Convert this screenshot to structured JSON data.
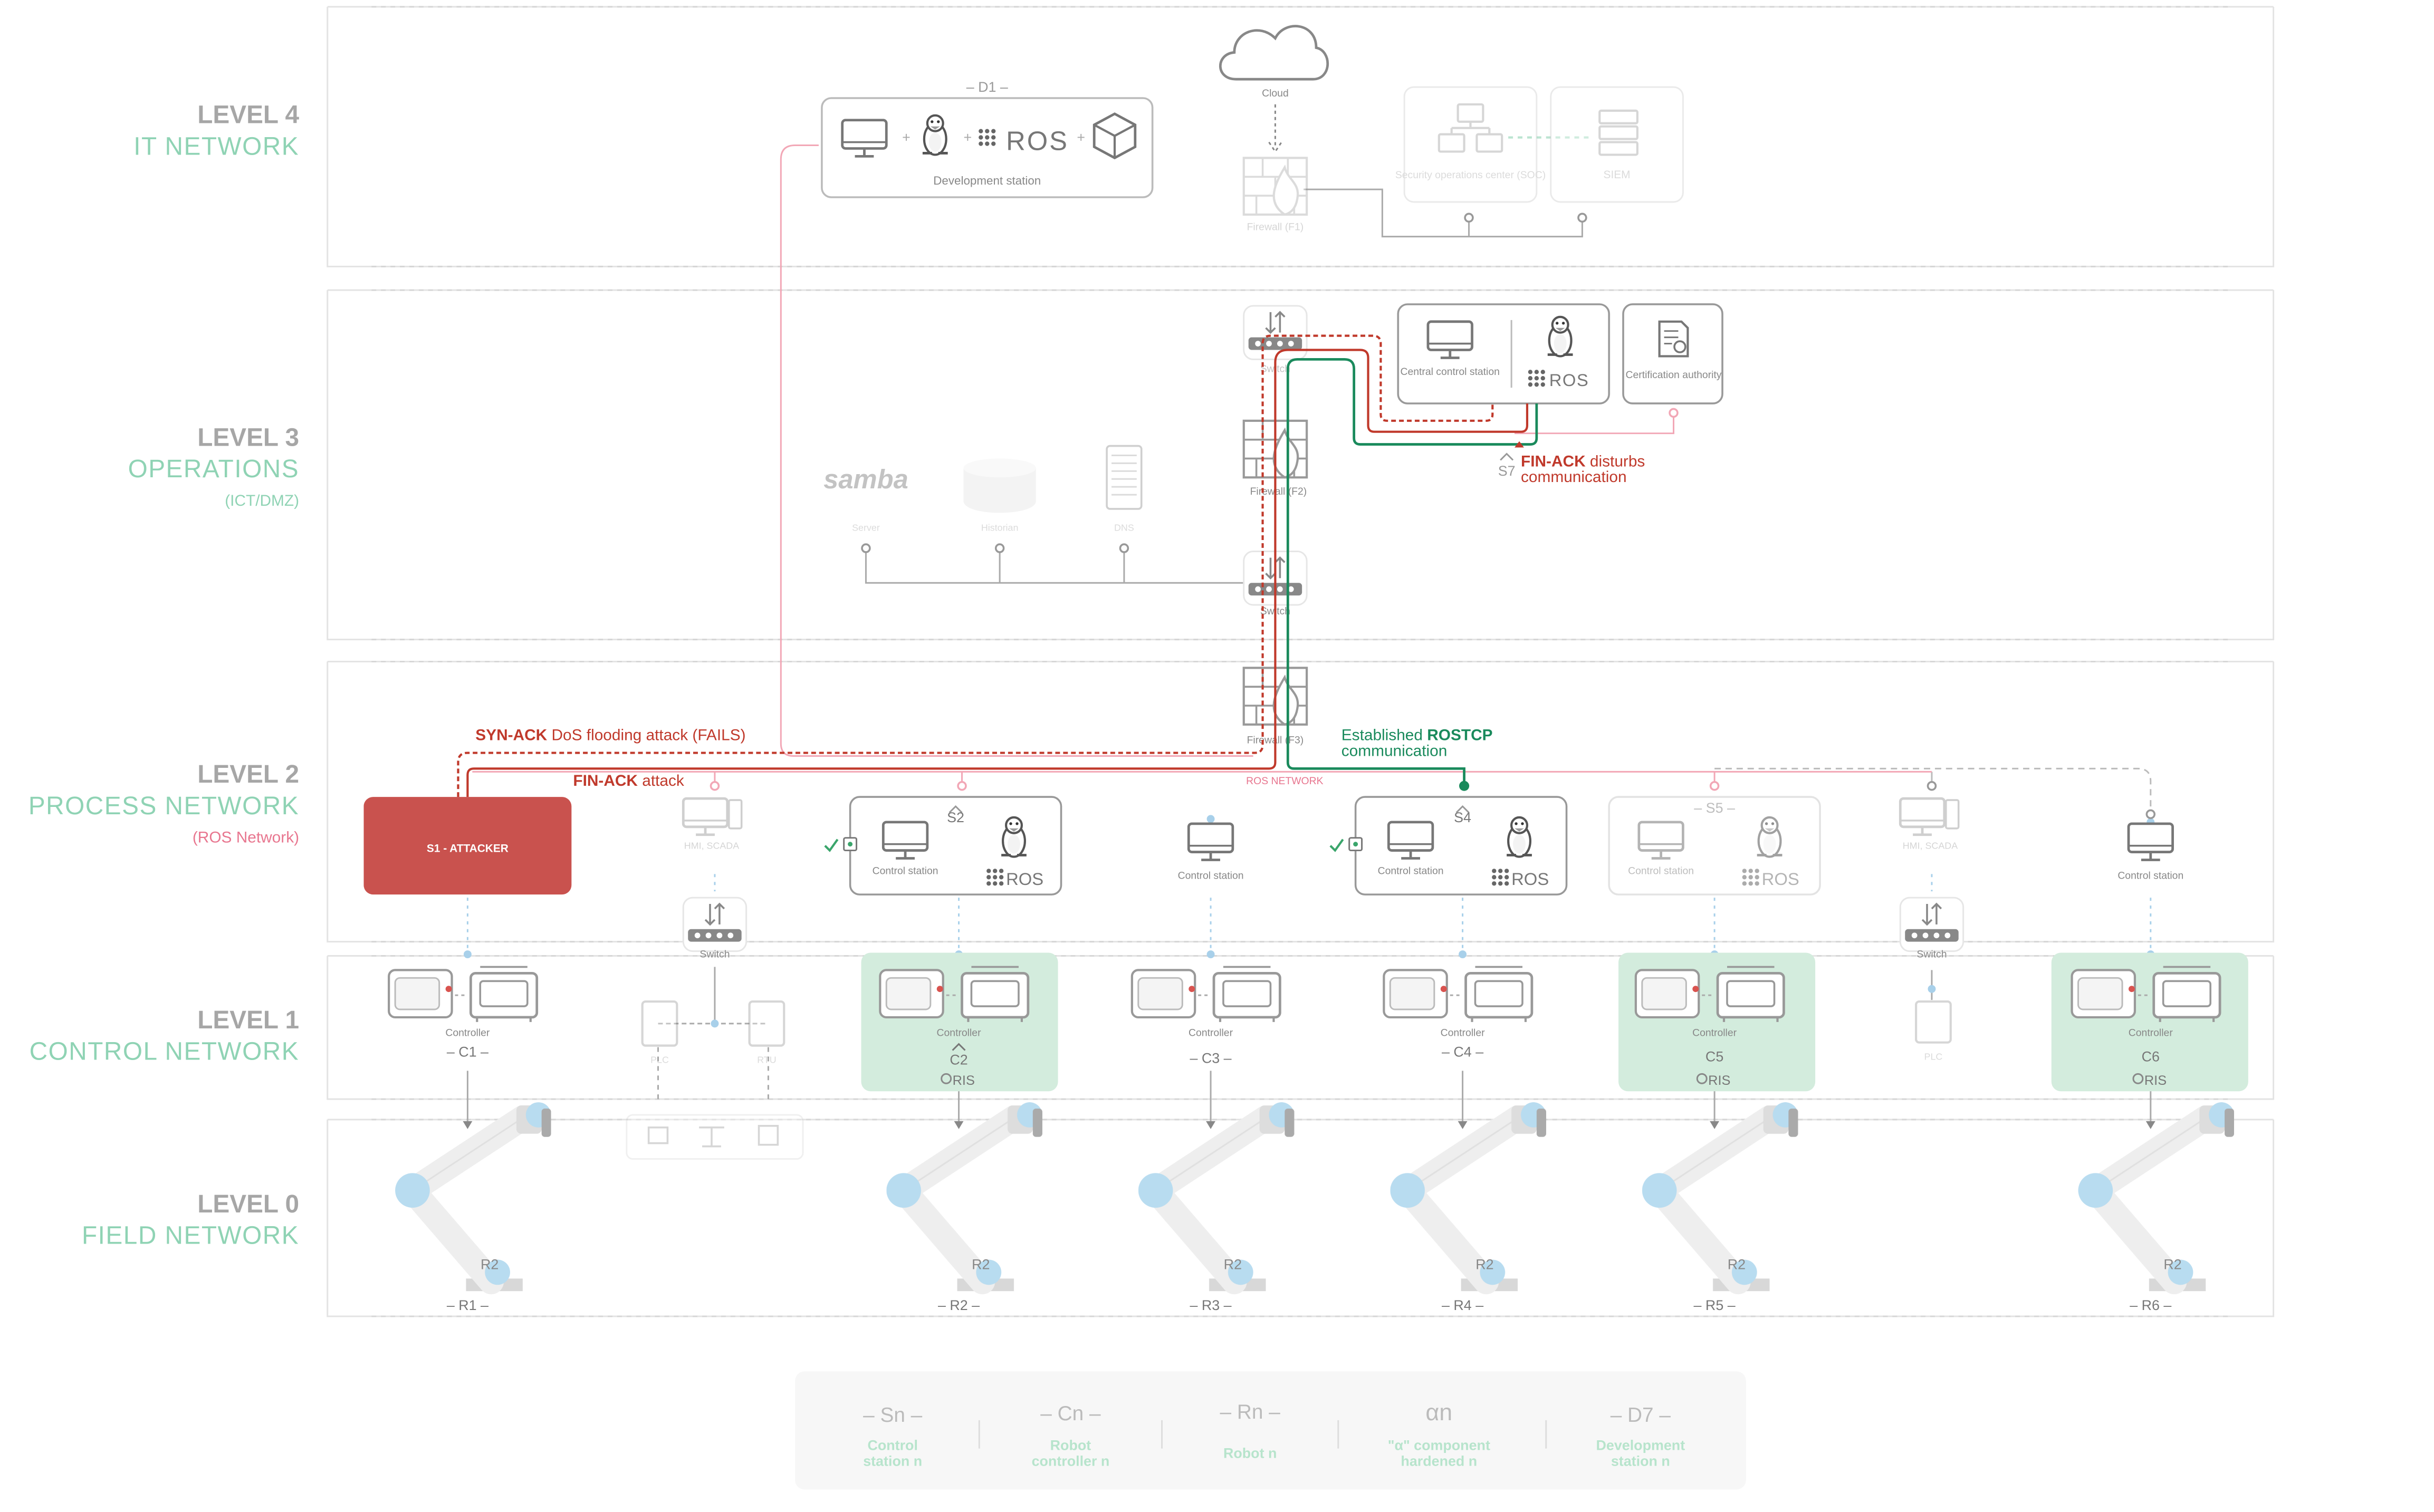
{
  "levels": [
    {
      "title": "LEVEL 4",
      "subtitle": "IT NETWORK",
      "note": ""
    },
    {
      "title": "LEVEL 3",
      "subtitle": "OPERATIONS",
      "note": "(ICT/DMZ)"
    },
    {
      "title": "LEVEL 2",
      "subtitle": "PROCESS NETWORK",
      "note": "(ROS Network)"
    },
    {
      "title": "LEVEL 1",
      "subtitle": "CONTROL NETWORK",
      "note": ""
    },
    {
      "title": "LEVEL 0",
      "subtitle": "FIELD NETWORK",
      "note": ""
    }
  ],
  "level4": {
    "dev_label": "– D1 –",
    "dev_station": "Development station",
    "ros": "ROS",
    "cloud": "Cloud",
    "firewall_f1": "Firewall (F1)",
    "soc": "Security operations center (SOC)",
    "siem": "SIEM"
  },
  "level3": {
    "switch_top": "Switch",
    "central_station": "Central control station",
    "ros": "ROS",
    "cert_authority": "Certification authority",
    "s7": "S7",
    "firewall_f2": "Firewall (F2)",
    "samba": "samba",
    "server_a": "Server",
    "server_b": "Historian",
    "server_c": "DNS",
    "switch_bottom": "Switch",
    "fin_ack_bold": "FIN-ACK",
    "fin_ack_rest": " disturbs",
    "fin_ack_line2": "communication"
  },
  "level2": {
    "firewall_f3": "Firewall (F3)",
    "ros_network": "ROS NETWORK",
    "syn_bold": "SYN-ACK",
    "syn_rest": " DoS flooding attack (FAILS)",
    "fin_bold": "FIN-ACK",
    "fin_rest": " attack",
    "est_prefix": "Established ",
    "est_bold": "ROSTCP",
    "est_line2": "communication",
    "attacker": "S1 - ATTACKER",
    "hmi_scada": "HMI, SCADA",
    "switch": "Switch",
    "control_station": "Control station",
    "ros": "ROS",
    "s2": "S2",
    "s4": "S4",
    "s5": "– S5 –"
  },
  "level1": {
    "controller": "Controller",
    "c1": "– C1 –",
    "c2": "C2",
    "c3": "– C3 –",
    "c4": "– C4 –",
    "c5": "C5",
    "c6": "C6",
    "ris": "RIS",
    "plc": "PLC",
    "rtu": "RTU"
  },
  "level0": {
    "r_badge": "R2",
    "r1": "– R1 –",
    "r2": "– R2 –",
    "r3": "– R3 –",
    "r4": "– R4 –",
    "r5": "– R5 –",
    "r6": "– R6 –"
  },
  "legend": [
    {
      "symbol": "– Sn –",
      "line1": "Control",
      "line2": "station n"
    },
    {
      "symbol": "– Cn –",
      "line1": "Robot",
      "line2": "controller n"
    },
    {
      "symbol": "– Rn –",
      "line1": "Robot n",
      "line2": ""
    },
    {
      "symbol": "αn",
      "line1": "\"α\" component",
      "line2": "hardened n"
    },
    {
      "symbol": "– D7 –",
      "line1": "Development",
      "line2": "station n"
    }
  ],
  "colors": {
    "level_title": "#a6a6a6",
    "level_sub": "#8fd3b4",
    "level_note": "#e8768f",
    "attack": "#c0392b",
    "established": "#1a8a5c",
    "ros_link": "#f2a7b6",
    "highlight": "#d3ecdd",
    "attacker_fill": "#c9524e"
  }
}
